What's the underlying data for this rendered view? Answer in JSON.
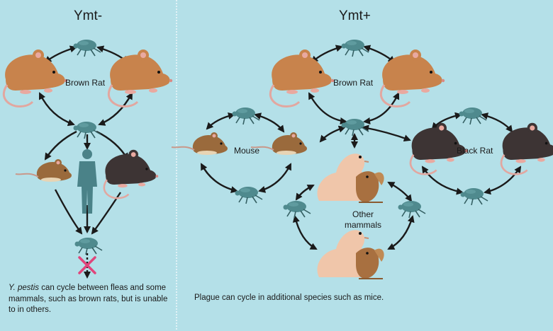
{
  "left": {
    "title": "Ymt-",
    "brown_rat_label": "Brown Rat",
    "caption_italic": "Y.  pestis",
    "caption_rest": " can cycle between fleas and some mammals, such as brown rats, but is unable to in others."
  },
  "right": {
    "title": "Ymt+",
    "brown_rat_label": "Brown Rat",
    "mouse_label": "Mouse",
    "black_rat_label": "Black Rat",
    "other_mammals_label": "Other\nmammals",
    "caption": "Plague can cycle in additional species such as mice."
  },
  "colors": {
    "background": "#b4e0e8",
    "divider": "#ffffff",
    "flea": "#4f8a8e",
    "brown_rat": "#c8834c",
    "mouse": "#9a6a3c",
    "black_rat": "#3d3434",
    "human": "#4a8288",
    "arrow": "#1a1a1a",
    "cross": "#e0457b",
    "prairie_dog": "#f0c6aa",
    "squirrel": "#a87040"
  },
  "icons": [
    "flea-icon",
    "brown-rat-icon",
    "mouse-icon",
    "black-rat-icon",
    "human-silhouette-icon",
    "prairie-dog-icon",
    "squirrel-icon",
    "cross-mark-icon"
  ]
}
